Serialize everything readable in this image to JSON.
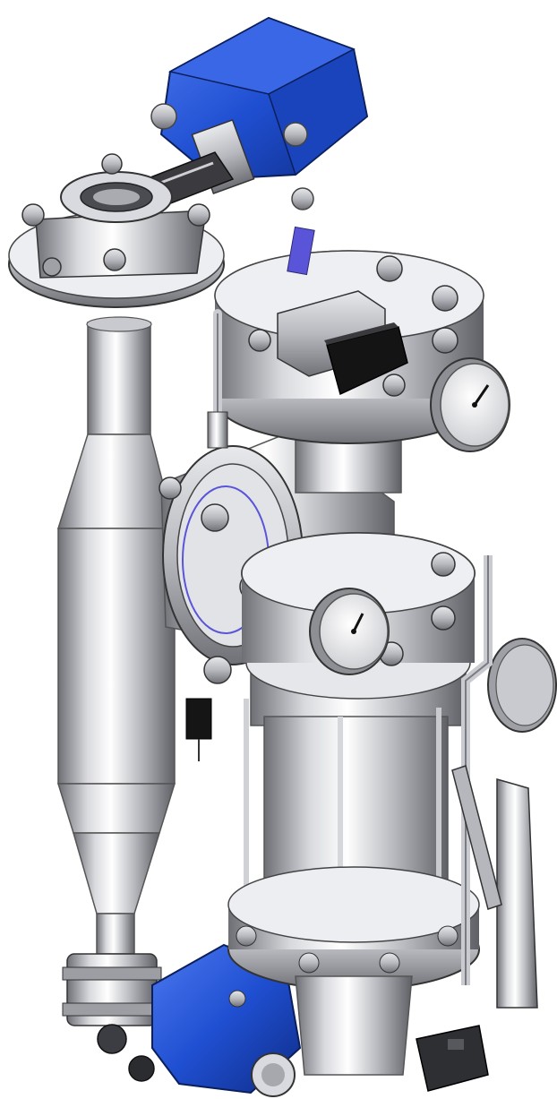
{
  "scene": {
    "subject": "",
    "background_color": "#ffffff"
  },
  "colors": {
    "steel_light": "#f4f4f6",
    "steel_mid": "#bfc1c6",
    "steel_dark": "#6d6f75",
    "actuator_blue": "#1f4fd1",
    "actuator_blue_dark": "#0f2c86",
    "black_box": "#141414",
    "gauge_face": "#f2f2f2",
    "seal_blue": "#5a55d8"
  },
  "components": {
    "top_actuator": "blue-actuator",
    "butterfly_valve": "butterfly-valve",
    "cyclone_separator": "conical-cyclone",
    "filter_housing": "filter-housing",
    "pressure_gauge_top": "pressure-gauge",
    "pressure_gauge_mid": "pressure-gauge",
    "pressure_gauge_side": "pressure-gauge",
    "solenoid_box": "solenoid-box",
    "bottom_actuator": "blue-actuator",
    "ball_valve": "ball-valve",
    "manual_lever": "lever-handle",
    "small_black_box": "switch-box"
  }
}
